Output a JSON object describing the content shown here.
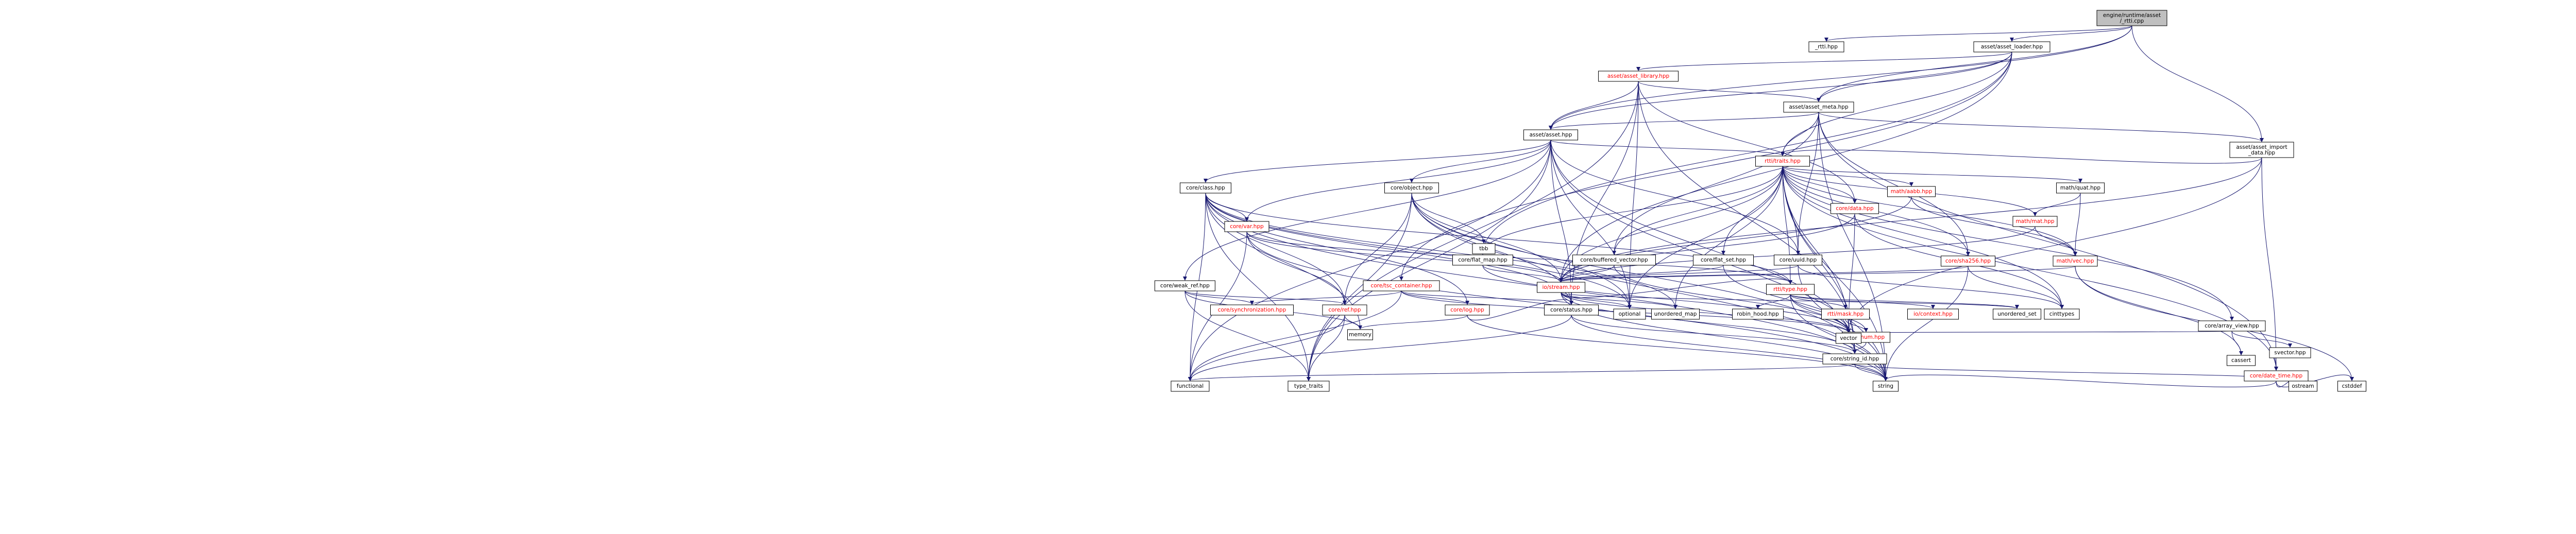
{
  "nodes": [
    {
      "id": "root",
      "label": "engine/runtime/asset\n/_rtti.cpp",
      "red": false,
      "root": true
    },
    {
      "id": "rtti_hpp",
      "label": "_rtti.hpp",
      "red": false
    },
    {
      "id": "asset_loader",
      "label": "asset/asset_loader.hpp",
      "red": false
    },
    {
      "id": "asset_library",
      "label": "asset/asset_library.hpp",
      "red": true
    },
    {
      "id": "asset_meta",
      "label": "asset/asset_meta.hpp",
      "red": false
    },
    {
      "id": "asset_hpp",
      "label": "asset/asset.hpp",
      "red": false
    },
    {
      "id": "asset_import",
      "label": "asset/asset_import\n_data.hpp",
      "red": false
    },
    {
      "id": "rtti_traits",
      "label": "rtti/traits.hpp",
      "red": true
    },
    {
      "id": "core_class",
      "label": "core/class.hpp",
      "red": false
    },
    {
      "id": "core_object",
      "label": "core/object.hpp",
      "red": false
    },
    {
      "id": "math_aabb",
      "label": "math/aabb.hpp",
      "red": true
    },
    {
      "id": "math_quat",
      "label": "math/quat.hpp",
      "red": false
    },
    {
      "id": "core_data",
      "label": "core/data.hpp",
      "red": true
    },
    {
      "id": "math_mat",
      "label": "math/mat.hpp",
      "red": true
    },
    {
      "id": "core_var",
      "label": "core/var.hpp",
      "red": true
    },
    {
      "id": "tbb",
      "label": "tbb",
      "red": false
    },
    {
      "id": "core_uuid",
      "label": "core/uuid.hpp",
      "red": false
    },
    {
      "id": "core_sha256",
      "label": "core/sha256.hpp",
      "red": true
    },
    {
      "id": "math_vec",
      "label": "math/vec.hpp",
      "red": true
    },
    {
      "id": "core_weak_ref",
      "label": "core/weak_ref.hpp",
      "red": false
    },
    {
      "id": "core_flat_map",
      "label": "core/flat_map.hpp",
      "red": false
    },
    {
      "id": "core_buffered_vector",
      "label": "core/buffered_vector.hpp",
      "red": false
    },
    {
      "id": "core_flat_set",
      "label": "core/flat_set.hpp",
      "red": false
    },
    {
      "id": "io_stream",
      "label": "io/stream.hpp",
      "red": true
    },
    {
      "id": "core_tsc",
      "label": "core/tsc_container.hpp",
      "red": true
    },
    {
      "id": "core_sync",
      "label": "core/synchronization.hpp",
      "red": true
    },
    {
      "id": "core_ref",
      "label": "core/ref.hpp",
      "red": true
    },
    {
      "id": "core_log",
      "label": "core/log.hpp",
      "red": true
    },
    {
      "id": "core_status",
      "label": "core/status.hpp",
      "red": false
    },
    {
      "id": "optional",
      "label": "optional",
      "red": false
    },
    {
      "id": "unordered_map",
      "label": "unordered_map",
      "red": false
    },
    {
      "id": "rtti_type",
      "label": "rtti/type.hpp",
      "red": true
    },
    {
      "id": "robin_hood",
      "label": "robin_hood.hpp",
      "red": false
    },
    {
      "id": "rtti_mask",
      "label": "rtti/mask.hpp",
      "red": true
    },
    {
      "id": "rtti_enum",
      "label": "rtti/enum.hpp",
      "red": true
    },
    {
      "id": "io_context",
      "label": "io/context.hpp",
      "red": true
    },
    {
      "id": "unordered_set",
      "label": "unordered_set",
      "red": false
    },
    {
      "id": "cinttypes",
      "label": "cinttypes",
      "red": false
    },
    {
      "id": "core_array_view",
      "label": "core/array_view.hpp",
      "red": false
    },
    {
      "id": "vector",
      "label": "vector",
      "red": false
    },
    {
      "id": "memory",
      "label": "memory",
      "red": false
    },
    {
      "id": "cassert",
      "label": "cassert",
      "red": false
    },
    {
      "id": "svector",
      "label": "svector.hpp",
      "red": false
    },
    {
      "id": "core_string_id",
      "label": "core/string_id.hpp",
      "red": false
    },
    {
      "id": "core_date_time",
      "label": "core/date_time.hpp",
      "red": true
    },
    {
      "id": "functional",
      "label": "functional",
      "red": false
    },
    {
      "id": "type_traits",
      "label": "type_traits",
      "red": false
    },
    {
      "id": "string",
      "label": "string",
      "red": false
    },
    {
      "id": "ostream",
      "label": "ostream",
      "red": false
    },
    {
      "id": "cstddef",
      "label": "cstddef",
      "red": false
    }
  ]
}
